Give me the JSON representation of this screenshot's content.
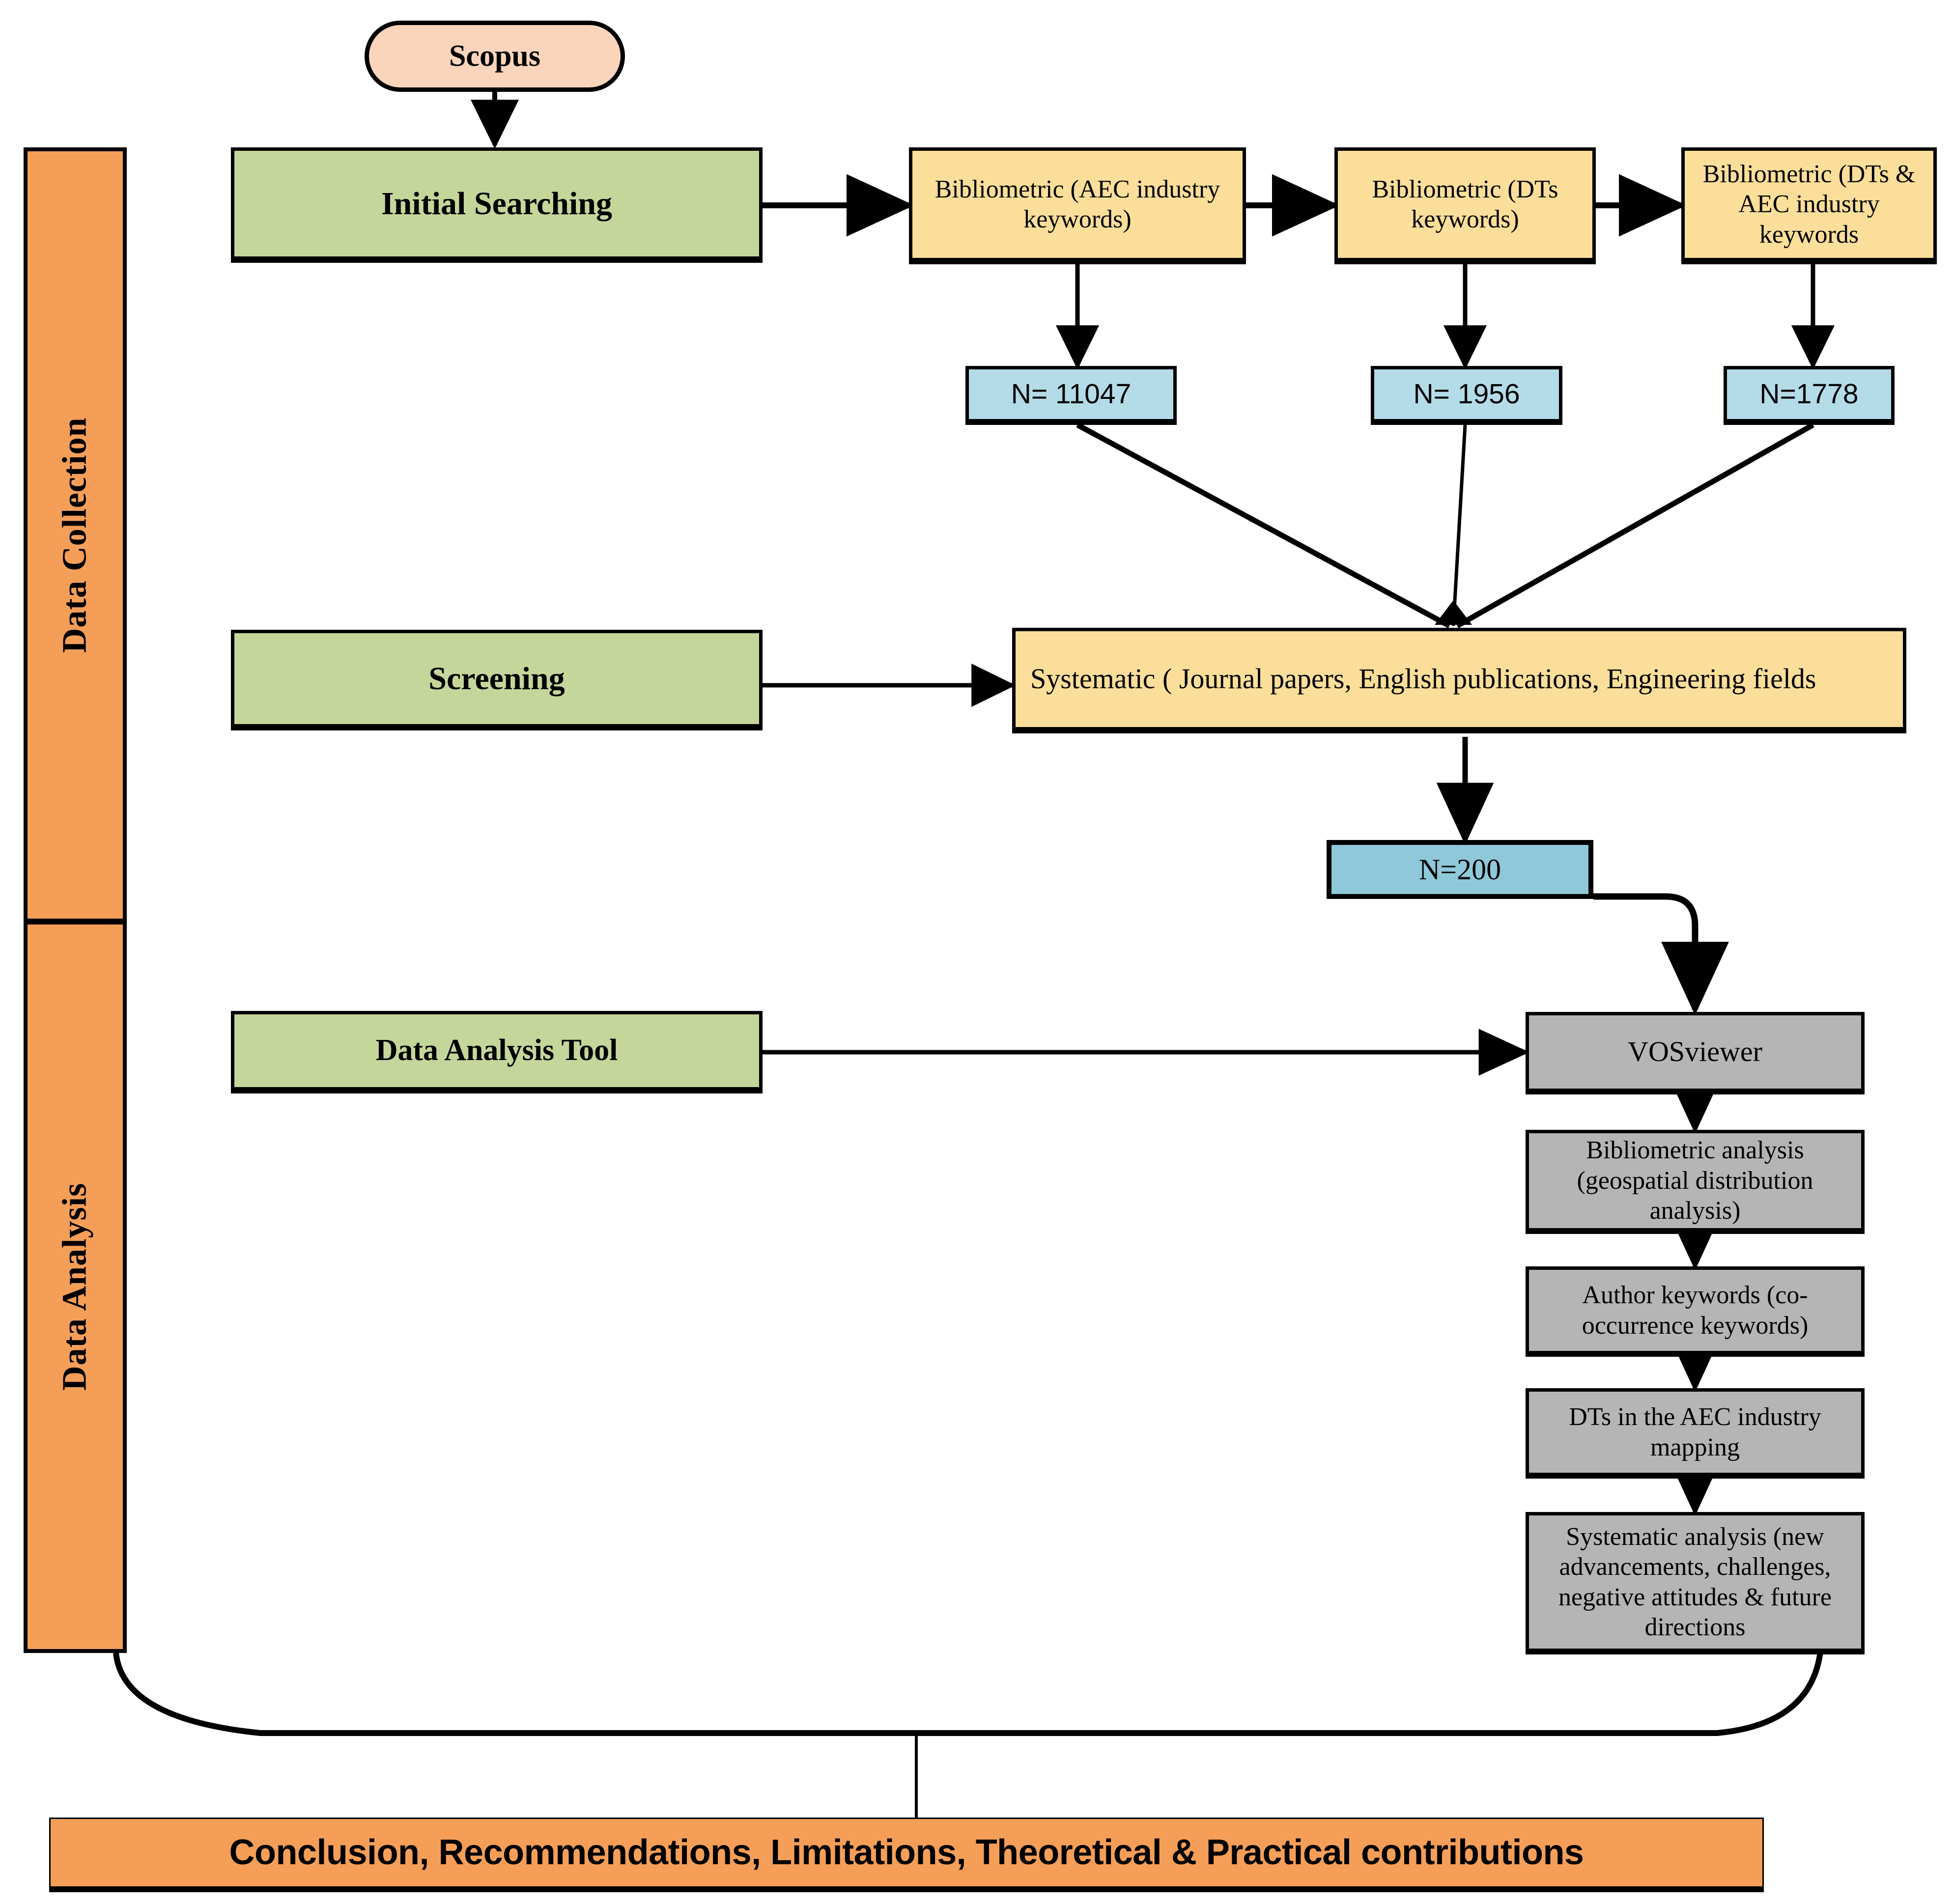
{
  "diagram": {
    "title": "Research methodology flowchart",
    "colors": {
      "source_fill": "#FBD5BB",
      "stage_fill": "#C5D69B",
      "search_fill": "#FBDE99",
      "count_fill": "#B3DCE8",
      "count_final_fill": "#8FC9D9",
      "analysis_fill": "#B5B5B5",
      "phase_fill": "#F49E58",
      "stroke": "#000000"
    }
  },
  "phases": [
    {
      "label": "Data Collection"
    },
    {
      "label": "Data Analysis"
    }
  ],
  "source": {
    "label": "Scopus"
  },
  "stages": [
    {
      "label": "Initial Searching"
    },
    {
      "label": "Screening"
    },
    {
      "label": "Data Analysis Tool"
    }
  ],
  "search_queries": [
    {
      "label": "Bibliometric (AEC industry keywords)"
    },
    {
      "label": "Bibliometric (DTs keywords)"
    },
    {
      "label": "Bibliometric (DTs & AEC industry keywords"
    }
  ],
  "counts": [
    {
      "label": "N= 11047",
      "value": 11047
    },
    {
      "label": "N= 1956",
      "value": 1956
    },
    {
      "label": "N=1778",
      "value": 1778
    }
  ],
  "screening_criteria": {
    "label": "Systematic ( Journal papers, English publications, Engineering fields"
  },
  "screened_count": {
    "label": "N=200",
    "value": 200
  },
  "analysis_tool": {
    "label": "VOSviewer"
  },
  "analysis_steps": [
    {
      "label": "Bibliometric analysis (geospatial distribution analysis)"
    },
    {
      "label": "Author keywords (co-occurrence keywords)"
    },
    {
      "label": "DTs in the AEC industry mapping"
    },
    {
      "label": "Systematic analysis (new advancements, challenges, negative attitudes & future directions"
    }
  ],
  "conclusion": {
    "label": "Conclusion, Recommendations, Limitations, Theoretical & Practical contributions"
  }
}
